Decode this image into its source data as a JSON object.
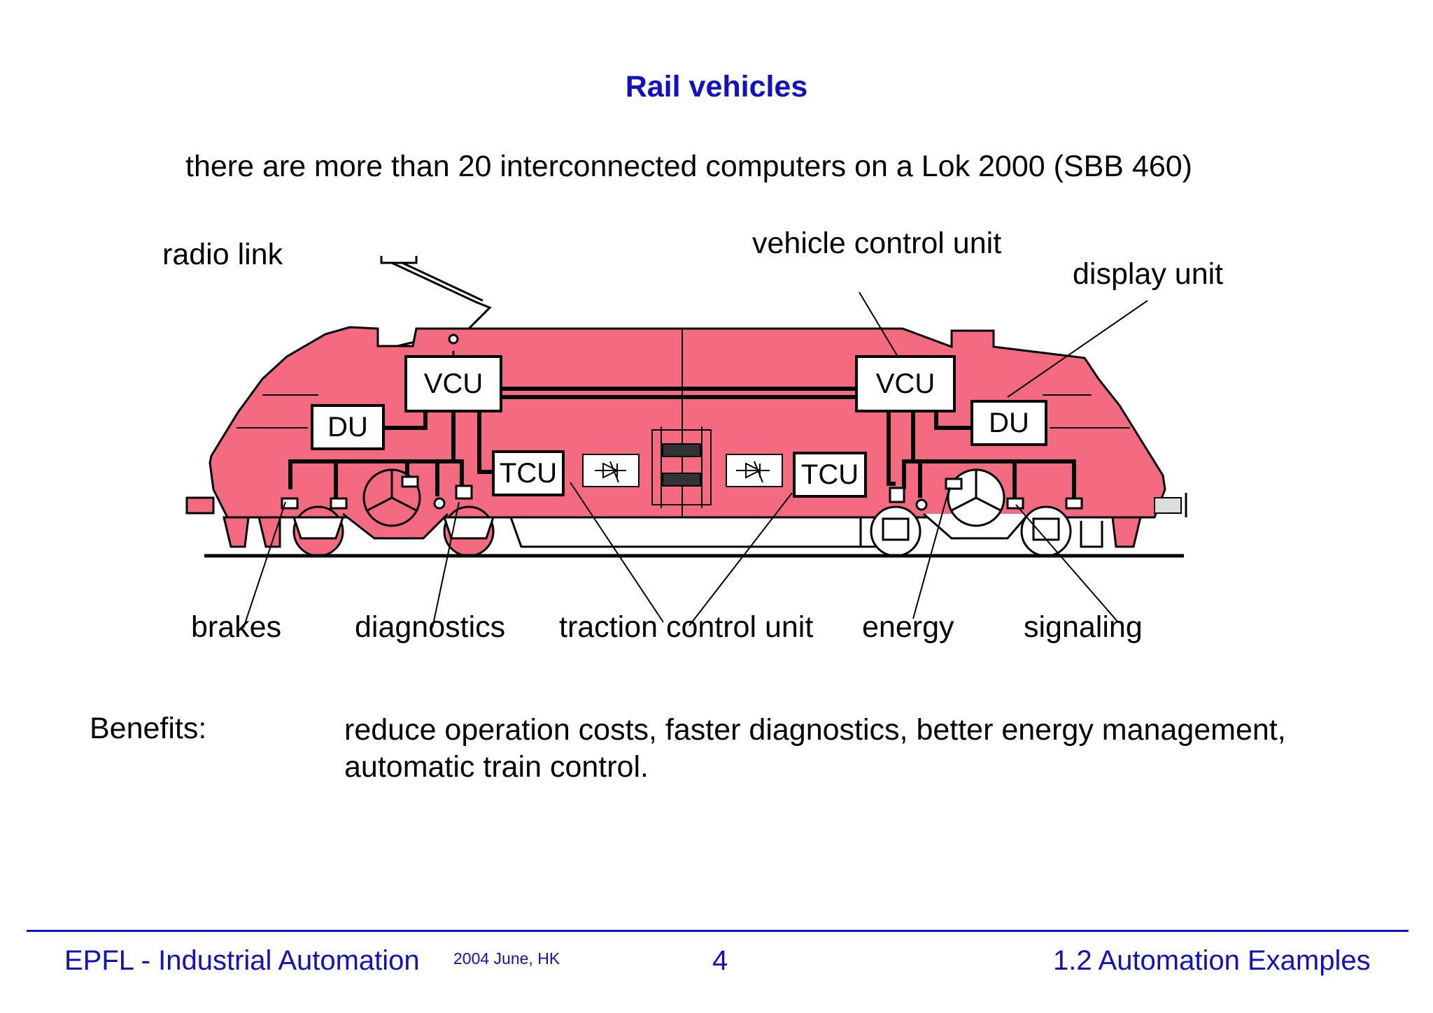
{
  "title": "Rail vehicles",
  "subtitle": "there are more than 20 interconnected computers on a Lok 2000 (SBB 460)",
  "labels": {
    "radio_link": "radio link",
    "vehicle_control_unit": "vehicle control unit",
    "display_unit": "display unit",
    "brakes": "brakes",
    "diagnostics": "diagnostics",
    "traction_control_unit": "traction control unit",
    "energy": "energy",
    "signaling": "signaling"
  },
  "units": {
    "vcu": "VCU",
    "du": "DU",
    "tcu": "TCU"
  },
  "benefits": {
    "label": "Benefits:",
    "text": "reduce operation costs, faster diagnostics, better energy management, automatic train control."
  },
  "footer": {
    "course": "EPFL - Industrial Automation",
    "date": "2004 June, HK",
    "page": "4",
    "section": "1.2 Automation Examples"
  },
  "colors": {
    "title": "#1010c8",
    "body_fill": "#f46a80",
    "footer": "#1010c8"
  }
}
